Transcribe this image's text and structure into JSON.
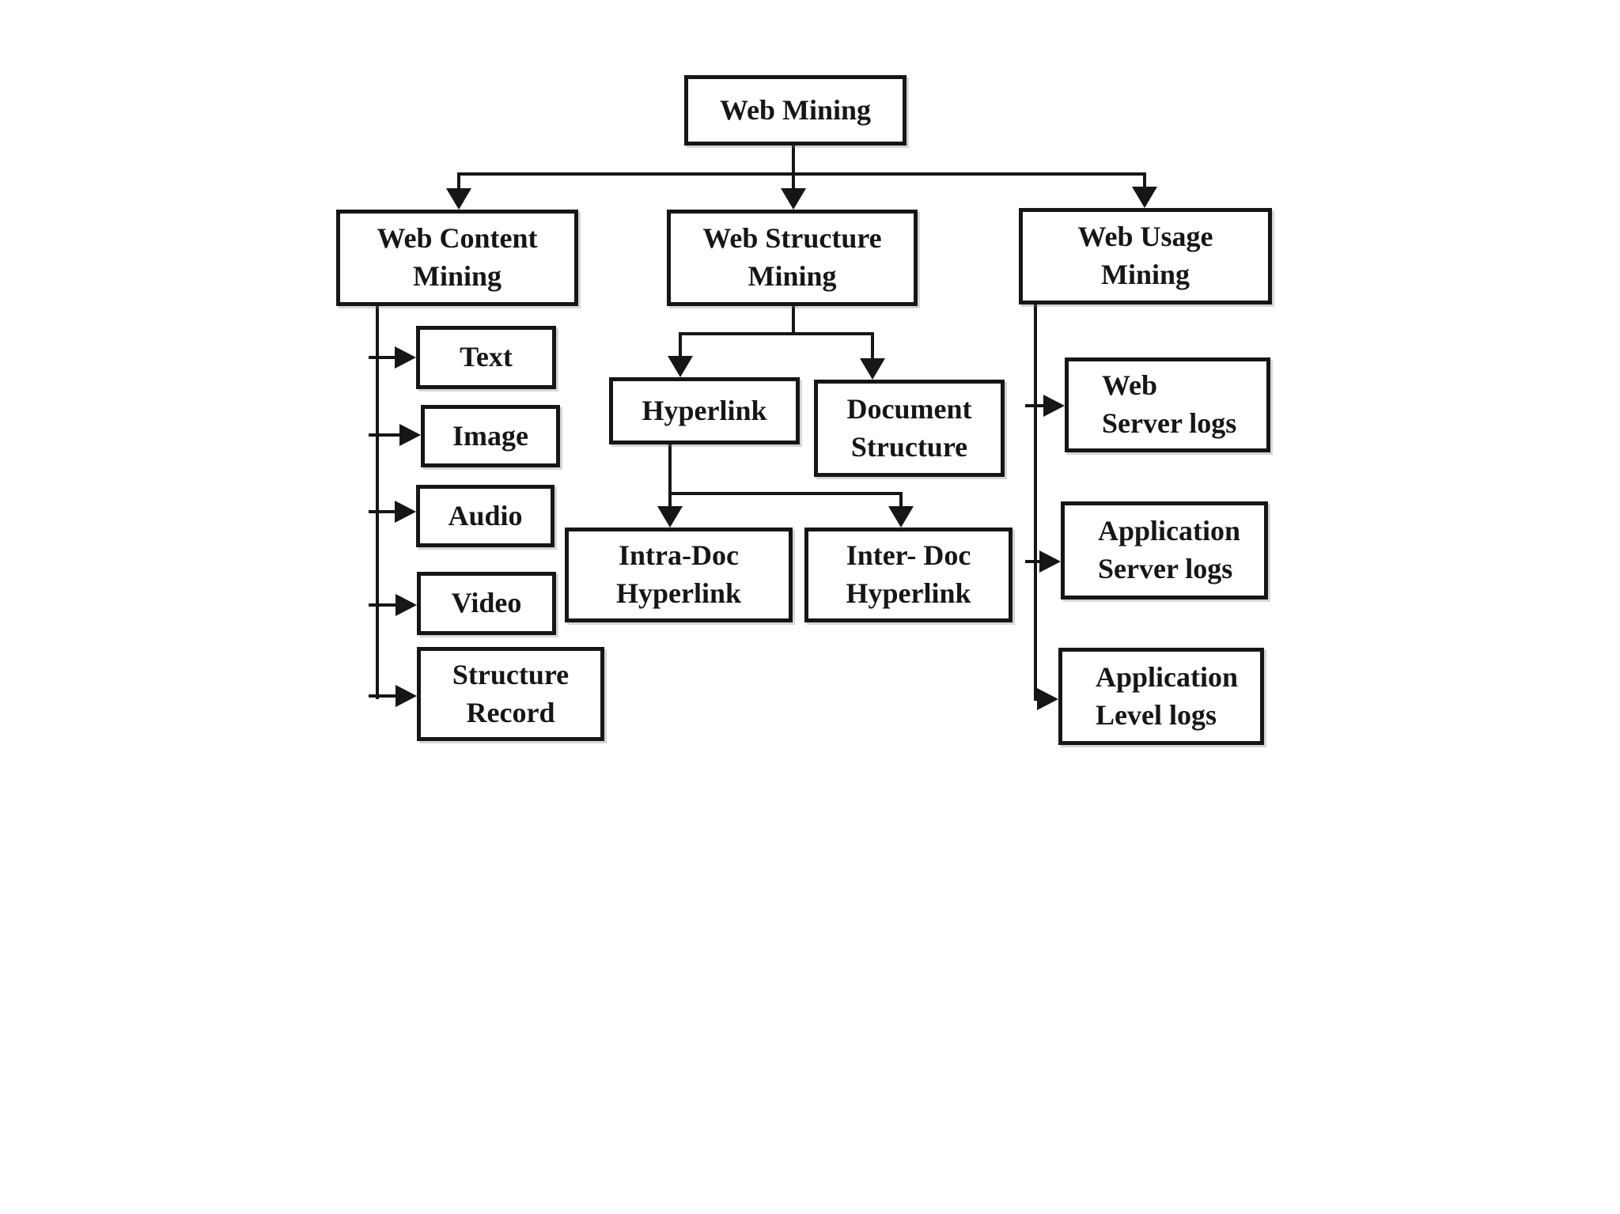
{
  "colors": {
    "background": "#ffffff",
    "line": "#161616",
    "box_fill": "#ffffff",
    "text": "#161616"
  },
  "nodes": {
    "web_mining": {
      "label": "Web Mining"
    },
    "web_content_mining": {
      "label": "Web Content\nMining"
    },
    "web_structure_mining": {
      "label": "Web Structure\nMining"
    },
    "web_usage_mining": {
      "label": "Web Usage\nMining"
    },
    "text": {
      "label": "Text"
    },
    "image": {
      "label": "Image"
    },
    "audio": {
      "label": "Audio"
    },
    "video": {
      "label": "Video"
    },
    "structure_record": {
      "label": "Structure\nRecord"
    },
    "hyperlink": {
      "label": "Hyperlink"
    },
    "document_structure": {
      "label": "Document\nStructure"
    },
    "intra_doc_hyperlink": {
      "label": "Intra-Doc\nHyperlink"
    },
    "inter_doc_hyperlink": {
      "label": "Inter- Doc\nHyperlink"
    },
    "web_server_logs": {
      "label": "Web\nServer logs"
    },
    "application_server_logs": {
      "label": "Application\nServer logs"
    },
    "application_level_logs": {
      "label": "Application\nLevel logs"
    }
  },
  "edges": [
    {
      "from": "web_mining",
      "to": "web_content_mining"
    },
    {
      "from": "web_mining",
      "to": "web_structure_mining"
    },
    {
      "from": "web_mining",
      "to": "web_usage_mining"
    },
    {
      "from": "web_content_mining",
      "to": "text"
    },
    {
      "from": "web_content_mining",
      "to": "image"
    },
    {
      "from": "web_content_mining",
      "to": "audio"
    },
    {
      "from": "web_content_mining",
      "to": "video"
    },
    {
      "from": "web_content_mining",
      "to": "structure_record"
    },
    {
      "from": "web_structure_mining",
      "to": "hyperlink"
    },
    {
      "from": "web_structure_mining",
      "to": "document_structure"
    },
    {
      "from": "hyperlink",
      "to": "intra_doc_hyperlink"
    },
    {
      "from": "hyperlink",
      "to": "inter_doc_hyperlink"
    },
    {
      "from": "web_usage_mining",
      "to": "web_server_logs"
    },
    {
      "from": "web_usage_mining",
      "to": "application_server_logs"
    },
    {
      "from": "web_usage_mining",
      "to": "application_level_logs"
    }
  ]
}
